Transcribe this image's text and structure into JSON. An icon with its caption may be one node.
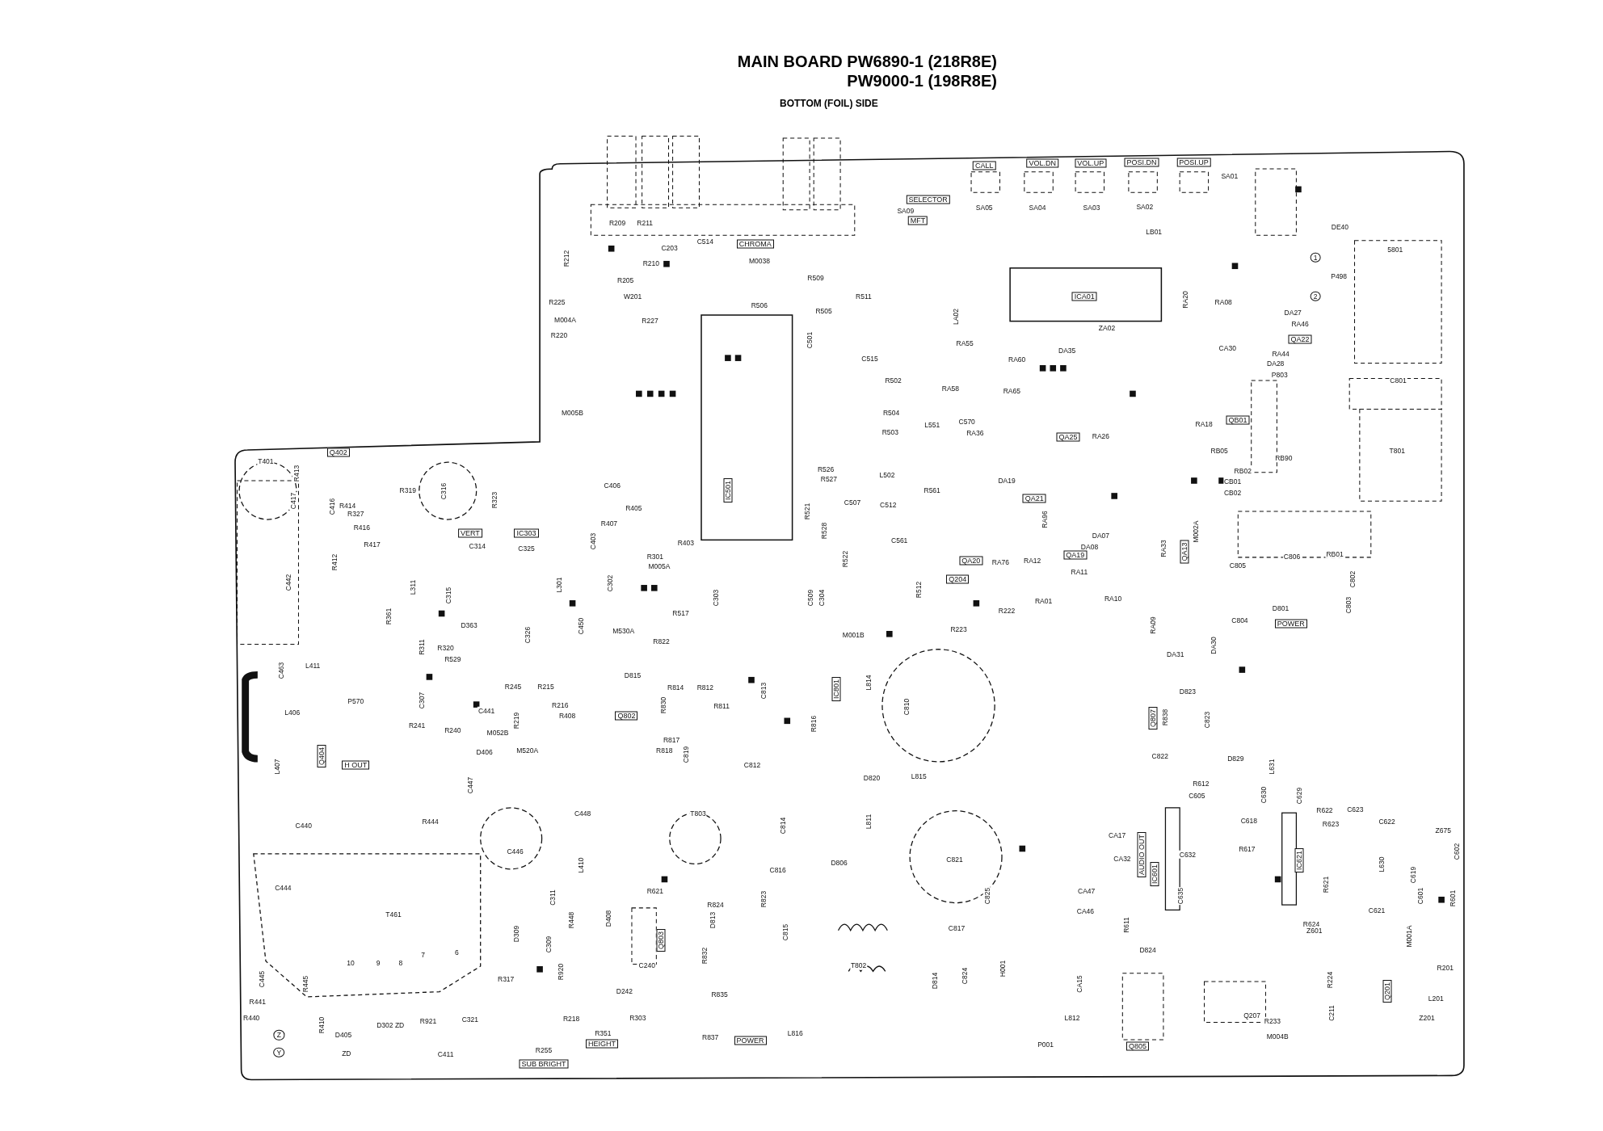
{
  "diagram": {
    "title": "MAIN BOARD PW6890-1 (218R8E) PW9000-1 (198R8E)",
    "caption": "BOTTOM (FOIL) SIDE",
    "labels": [
      "CALL",
      "VOL.DN",
      "VOL.UP",
      "POSI.DN",
      "POSI.UP",
      "SELECTOR",
      "SA09",
      "MFT",
      "SA05",
      "SA04",
      "SA03",
      "SA02",
      "SA01",
      "LB01",
      "DE40",
      "5801",
      "P498",
      "R209",
      "R211",
      "C514",
      "CHROMA",
      "C203",
      "R212",
      "R210",
      "R205",
      "M0038",
      "R509",
      "W201",
      "R225",
      "R506",
      "R505",
      "R511",
      "M004A",
      "R227",
      "R220",
      "ICA01",
      "LA02",
      "ZA02",
      "RA55",
      "RA60",
      "DA35",
      "RA58",
      "RA65",
      "RA20",
      "RA08",
      "DA27",
      "RA46",
      "QA22",
      "CA30",
      "RA44",
      "DA28",
      "P803",
      "C801",
      "C501",
      "C515",
      "R502",
      "M005B",
      "R504",
      "R503",
      "L551",
      "C570",
      "RA36",
      "QA25",
      "RA26",
      "RA18",
      "QB01",
      "RB05",
      "T801",
      "RB90",
      "Q402",
      "T401",
      "R413",
      "IC501",
      "R526",
      "R527",
      "L502",
      "R561",
      "DA19",
      "RB02",
      "CB01",
      "CB02",
      "C406",
      "R319",
      "C316",
      "R323",
      "C417",
      "C416",
      "R414",
      "QA21",
      "C507",
      "C512",
      "R405",
      "R521",
      "R327",
      "RA96",
      "R407",
      "R416",
      "R528",
      "VERT",
      "IC303",
      "M002A",
      "DA07",
      "C561",
      "C403",
      "R403",
      "R417",
      "C314",
      "DA08",
      "C325",
      "RA33",
      "QA13",
      "QA19",
      "R301",
      "R522",
      "QA20",
      "RA76",
      "RA12",
      "C806",
      "RB01",
      "R412",
      "C805",
      "M005A",
      "RA11",
      "Q204",
      "C442",
      "C302",
      "L301",
      "L311",
      "R512",
      "C315",
      "C303",
      "C509",
      "C304",
      "RA10",
      "RA01",
      "C802",
      "D801",
      "R222",
      "R517",
      "R361",
      "C803",
      "C804",
      "POWER",
      "D363",
      "RA09",
      "C450",
      "M530A",
      "R223",
      "C326",
      "M001B",
      "R822",
      "DA30",
      "R311",
      "R320",
      "DA31",
      "R529",
      "L411",
      "C463",
      "D815",
      "R814",
      "R812",
      "R245",
      "R215",
      "C813",
      "IC801",
      "L814",
      "D823",
      "C307",
      "P570",
      "R830",
      "R811",
      "R216",
      "C810",
      "C441",
      "L406",
      "R408",
      "Q802",
      "Q807",
      "R838",
      "C823",
      "R219",
      "R816",
      "R241",
      "R240",
      "M052B",
      "R817",
      "M520A",
      "R818",
      "D406",
      "C819",
      "Q404",
      "C822",
      "D829",
      "H OUT",
      "C812",
      "L407",
      "L631",
      "D820",
      "L815",
      "R612",
      "C447",
      "C605",
      "C630",
      "C629",
      "R622",
      "C623",
      "C448",
      "T803",
      "R444",
      "C618",
      "L811",
      "C622",
      "R623",
      "C440",
      "C814",
      "Z675",
      "CA17",
      "R617",
      "C446",
      "C602",
      "AUDIO OUT",
      "C632",
      "C821",
      "CA32",
      "IC621",
      "D806",
      "L410",
      "L630",
      "C816",
      "IC601",
      "C619",
      "R621",
      "C444",
      "CA47",
      "R621",
      "C825",
      "C635",
      "C311",
      "C601",
      "R601",
      "R823",
      "R824",
      "C621",
      "CA46",
      "T461",
      "D408",
      "R448",
      "D813",
      "R624",
      "R611",
      "C817",
      "Z601",
      "C815",
      "D309",
      "M001A",
      "Q803",
      "C309",
      "D824",
      "R832",
      "T802",
      "C240",
      "R201",
      "H001",
      "R920",
      "C824",
      "C445",
      "R317",
      "R224",
      "D814",
      "R445",
      "CA15",
      "D242",
      "Q201",
      "R835",
      "L201",
      "R441",
      "C211",
      "Q207",
      "R218",
      "R440",
      "R303",
      "L812",
      "Z201",
      "C321",
      "R921",
      "R233",
      "D302 ZD",
      "R410",
      "R351",
      "L816",
      "D405",
      "M004B",
      "R837",
      "POWER",
      "HEIGHT",
      "P001",
      "Q805",
      "R255",
      "ZD",
      "C411",
      "SUB BRIGHT",
      "1",
      "2",
      "Z",
      "Y",
      "10",
      "9",
      "8",
      "7",
      "6"
    ]
  }
}
